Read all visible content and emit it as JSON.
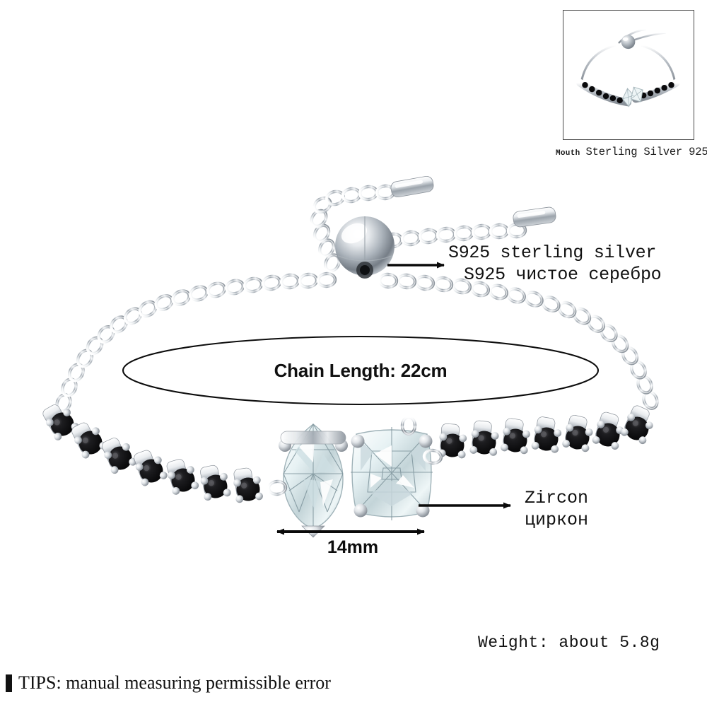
{
  "product": {
    "type": "bracelet",
    "material": "S925 sterling silver",
    "description": "Adjustable silver tennis bracelet with black round zircon stones and two large clear zircon center stones (pear cut and cushion cut), slider ball closure"
  },
  "thumbnail": {
    "alt_name": "bracelet-thumbnail",
    "caption_prefix": "Mouth",
    "caption_text": "Sterling Silver 925"
  },
  "annotations": {
    "silver": {
      "line_en": "S925 sterling silver",
      "line_ru": "S925 чистое серебро",
      "arrow": "arrow-right"
    },
    "zircon": {
      "line_en": "Zircon",
      "line_ru": "циркон",
      "arrow": "arrow-right"
    },
    "chain_length": {
      "label": "Chain Length: 22cm"
    },
    "width": {
      "label": "14mm",
      "arrow": "double-arrow-horizontal"
    },
    "weight": {
      "label": "Weight: about 5.8g"
    }
  },
  "footer": {
    "bullet": "square-bullet",
    "tips": "TIPS: manual measuring permissible error"
  },
  "colors": {
    "background": "#ffffff",
    "text": "#111111",
    "stone_black": "#0b0b0b",
    "silver_light": "#f2f4f6",
    "silver_mid": "#b9bfc6",
    "silver_dark": "#6d747c",
    "outline": "#111111",
    "thumb_border": "#4a4a4a"
  }
}
